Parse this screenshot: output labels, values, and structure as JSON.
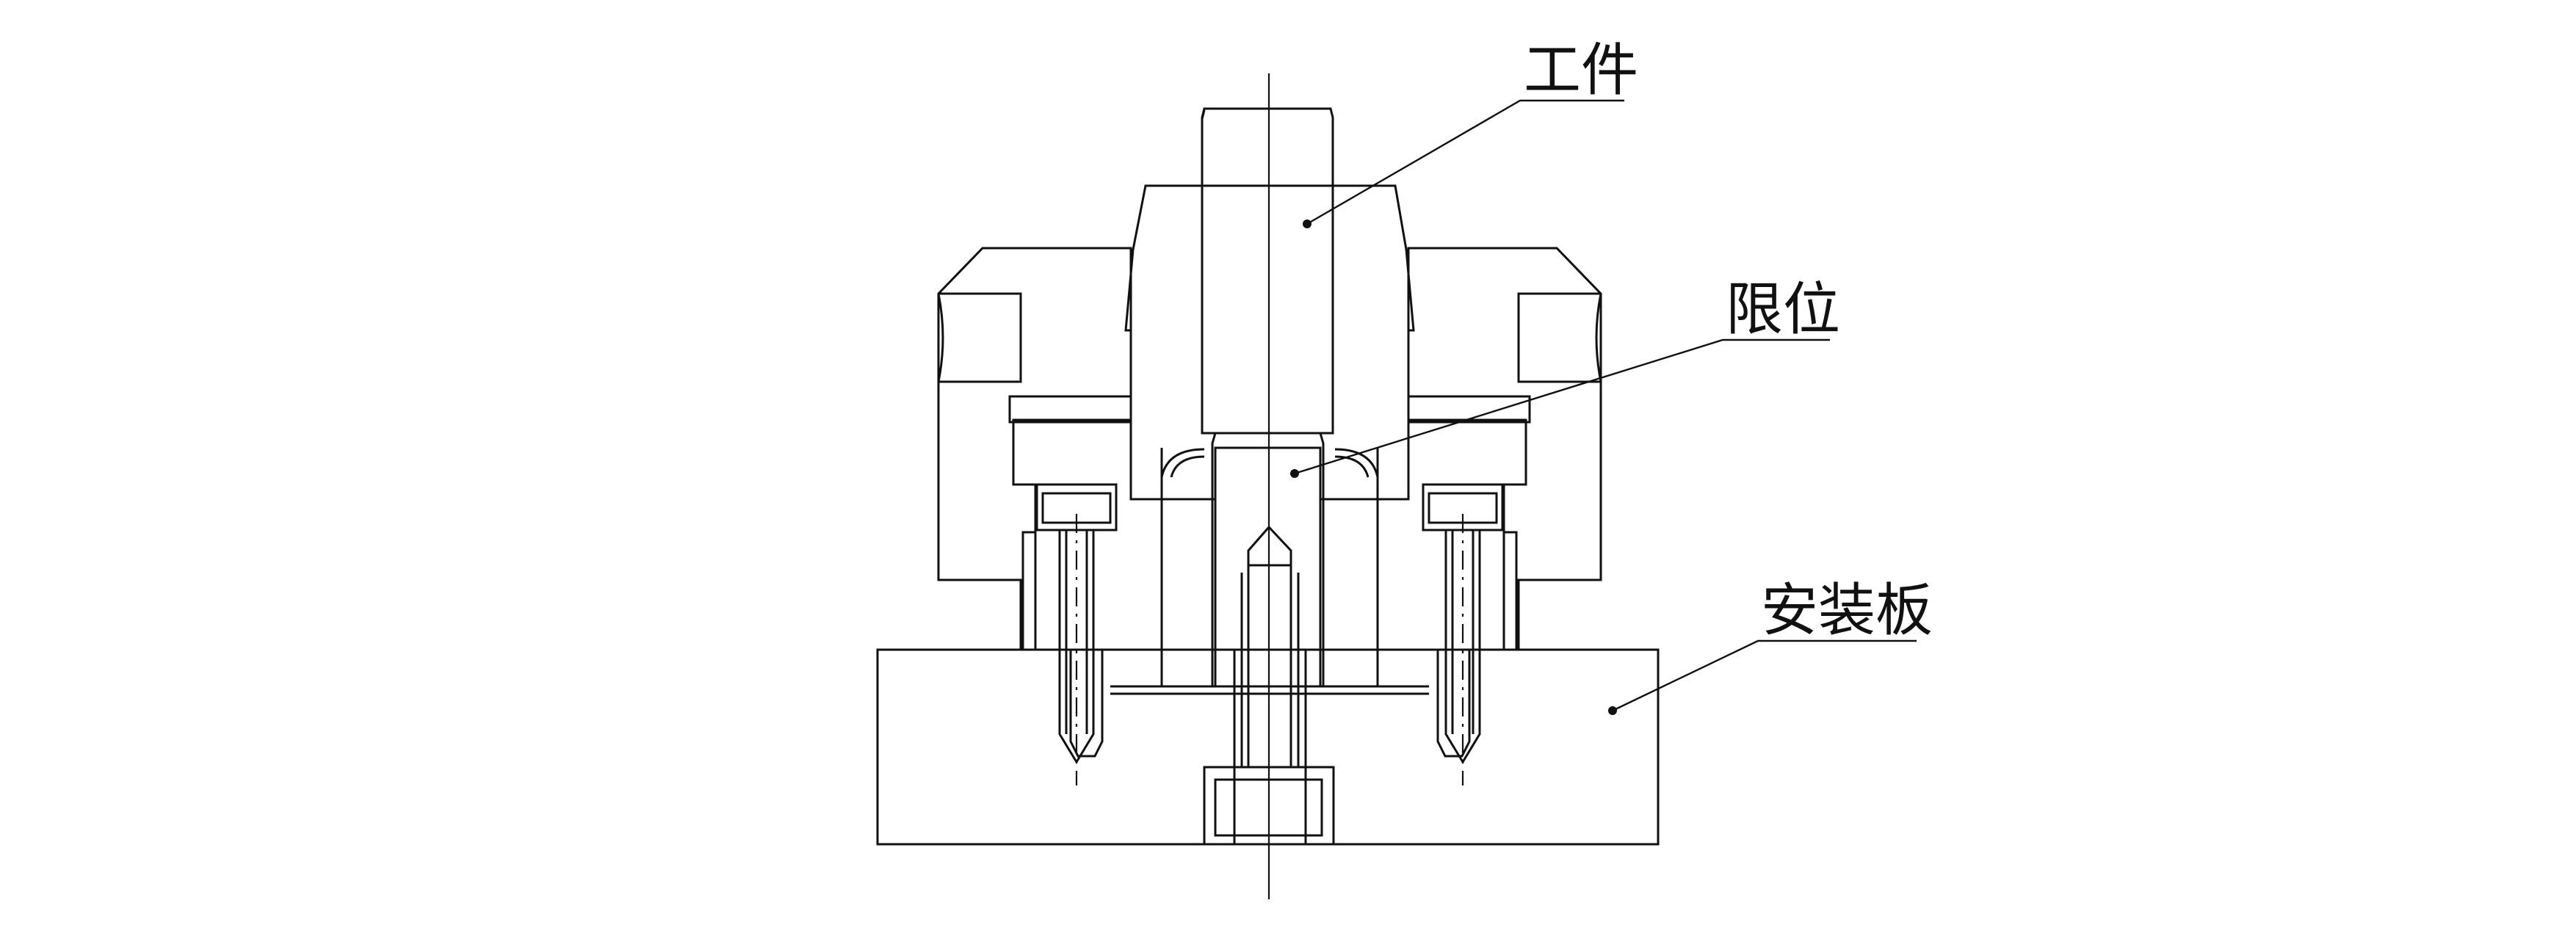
{
  "labels": {
    "workpiece": "工件",
    "limit": "限位",
    "mounting_plate": "安装板"
  }
}
